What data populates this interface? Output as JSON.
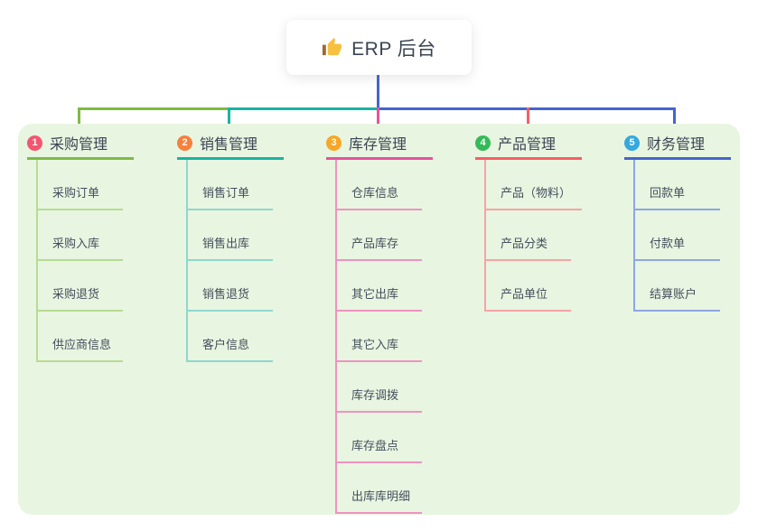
{
  "root": {
    "label": "ERP 后台",
    "icon": "thumbs-up-icon",
    "link_color": "#4565cd"
  },
  "panel": {
    "background": "#e8f5e1"
  },
  "branches": [
    {
      "num": "1",
      "label": "采购管理",
      "line_color": "#7fba45",
      "child_line_color": "#b7dc92",
      "badge_color": "#f3566f",
      "children": [
        "采购订单",
        "采购入库",
        "采购退货",
        "供应商信息"
      ]
    },
    {
      "num": "2",
      "label": "销售管理",
      "line_color": "#19b3a2",
      "child_line_color": "#8ed8cd",
      "badge_color": "#f6813c",
      "children": [
        "销售订单",
        "销售出库",
        "销售退货",
        "客户信息"
      ]
    },
    {
      "num": "3",
      "label": "库存管理",
      "line_color": "#e5529c",
      "child_line_color": "#ef93c0",
      "badge_color": "#f8a626",
      "children": [
        "仓库信息",
        "产品库存",
        "其它出库",
        "其它入库",
        "库存调拨",
        "库存盘点",
        "出库库明细"
      ]
    },
    {
      "num": "4",
      "label": "产品管理",
      "line_color": "#f65f63",
      "child_line_color": "#f8a3a3",
      "badge_color": "#34ba58",
      "children": [
        "产品（物料）",
        "产品分类",
        "产品单位"
      ]
    },
    {
      "num": "5",
      "label": "财务管理",
      "line_color": "#4565cd",
      "child_line_color": "#8ea6e4",
      "badge_color": "#35a8e0",
      "children": [
        "回款单",
        "付款单",
        "结算账户"
      ]
    }
  ]
}
